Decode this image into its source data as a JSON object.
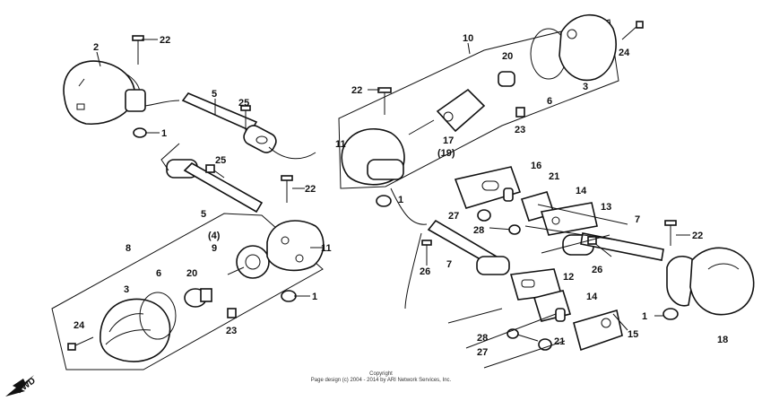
{
  "labels": [
    {
      "id": "p2",
      "text": "2"
    },
    {
      "id": "p22a",
      "text": "22"
    },
    {
      "id": "p1a",
      "text": "1"
    },
    {
      "id": "p5a",
      "text": "5"
    },
    {
      "id": "p25a",
      "text": "25"
    },
    {
      "id": "p25b",
      "text": "25"
    },
    {
      "id": "p22b",
      "text": "22"
    },
    {
      "id": "p5b",
      "text": "5"
    },
    {
      "id": "p8",
      "text": "8"
    },
    {
      "id": "p4",
      "text": "(4)"
    },
    {
      "id": "p9",
      "text": "9"
    },
    {
      "id": "p11a",
      "text": "11"
    },
    {
      "id": "p3a",
      "text": "3"
    },
    {
      "id": "p6a",
      "text": "6"
    },
    {
      "id": "p20a",
      "text": "20"
    },
    {
      "id": "p1b",
      "text": "1"
    },
    {
      "id": "p24a",
      "text": "24"
    },
    {
      "id": "p23a",
      "text": "23"
    },
    {
      "id": "p10",
      "text": "10"
    },
    {
      "id": "p20b",
      "text": "20"
    },
    {
      "id": "p24b",
      "text": "24"
    },
    {
      "id": "p3b",
      "text": "3"
    },
    {
      "id": "p6b",
      "text": "6"
    },
    {
      "id": "p22c",
      "text": "22"
    },
    {
      "id": "p23b",
      "text": "23"
    },
    {
      "id": "p17",
      "text": "17"
    },
    {
      "id": "p19",
      "text": "(19)"
    },
    {
      "id": "p11b",
      "text": "11"
    },
    {
      "id": "p16",
      "text": "16"
    },
    {
      "id": "p21a",
      "text": "21"
    },
    {
      "id": "p14a",
      "text": "14"
    },
    {
      "id": "p13",
      "text": "13"
    },
    {
      "id": "p1c",
      "text": "1"
    },
    {
      "id": "p27a",
      "text": "27"
    },
    {
      "id": "p28a",
      "text": "28"
    },
    {
      "id": "p7a",
      "text": "7"
    },
    {
      "id": "p7b",
      "text": "7"
    },
    {
      "id": "p22d",
      "text": "22"
    },
    {
      "id": "p26a",
      "text": "26"
    },
    {
      "id": "p26b",
      "text": "26"
    },
    {
      "id": "p12",
      "text": "12"
    },
    {
      "id": "p14b",
      "text": "14"
    },
    {
      "id": "p1d",
      "text": "1"
    },
    {
      "id": "p18",
      "text": "18"
    },
    {
      "id": "p28b",
      "text": "28"
    },
    {
      "id": "p21b",
      "text": "21"
    },
    {
      "id": "p15",
      "text": "15"
    },
    {
      "id": "p27b",
      "text": "27"
    }
  ],
  "fwd_label": "FWD",
  "copyright": {
    "line1": "Copyright",
    "line2": "Page design (c) 2004 - 2014 by ARI Network Services, Inc."
  }
}
